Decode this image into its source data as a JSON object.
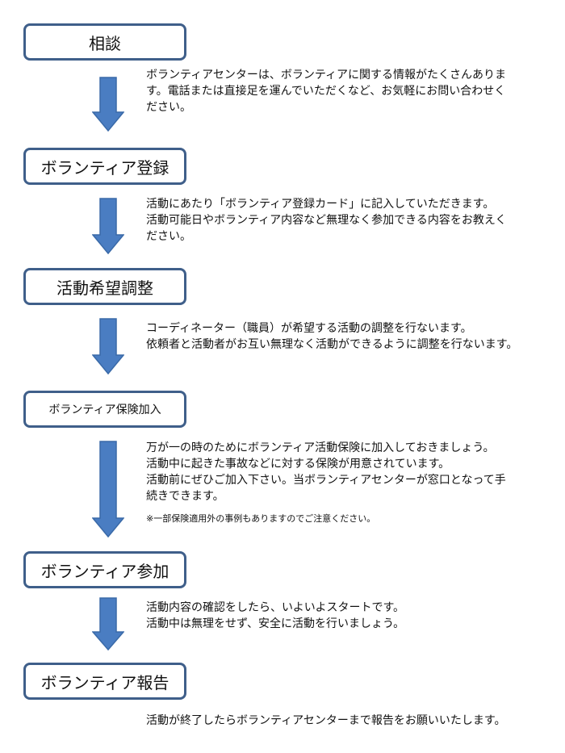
{
  "colors": {
    "box_border": "#3f5f8a",
    "arrow_fill": "#4a7dc2",
    "arrow_stroke": "#3a6aa8"
  },
  "steps": [
    {
      "label": "相談"
    },
    {
      "label": "ボランティア登録"
    },
    {
      "label": "活動希望調整"
    },
    {
      "label": "ボランティア保険加入"
    },
    {
      "label": "ボランティア参加"
    },
    {
      "label": "ボランティア報告"
    }
  ],
  "descriptions": [
    {
      "lines": [
        "ボランティアセンターは、ボランティアに関する情報がたくさんありま",
        "す。電話または直接足を運んでいただくなど、お気軽にお問い合わせく",
        "ださい。"
      ]
    },
    {
      "lines": [
        "活動にあたり「ボランティア登録カード」に記入していただきます。",
        "活動可能日やボランティア内容など無理なく参加できる内容をお教えく",
        "ださい。"
      ]
    },
    {
      "lines": [
        "コーディネーター（職員）が希望する活動の調整を行ないます。",
        "依頼者と活動者がお互い無理なく活動ができるように調整を行ないます。"
      ]
    },
    {
      "lines": [
        "万が一の時のためにボランティア活動保険に加入しておきましょう。",
        "活動中に起きた事故などに対する保険が用意されています。",
        "活動前にぜひご加入下さい。当ボランティアセンターが窓口となって手",
        "続きできます。"
      ],
      "note": "※一部保険適用外の事例もありますのでご注意ください。"
    },
    {
      "lines": [
        "活動内容の確認をしたら、いよいよスタートです。",
        "活動中は無理をせず、安全に活動を行いましょう。"
      ]
    },
    {
      "lines": [
        "活動が終了したらボランティアセンターまで報告をお願いいたします。"
      ]
    }
  ]
}
